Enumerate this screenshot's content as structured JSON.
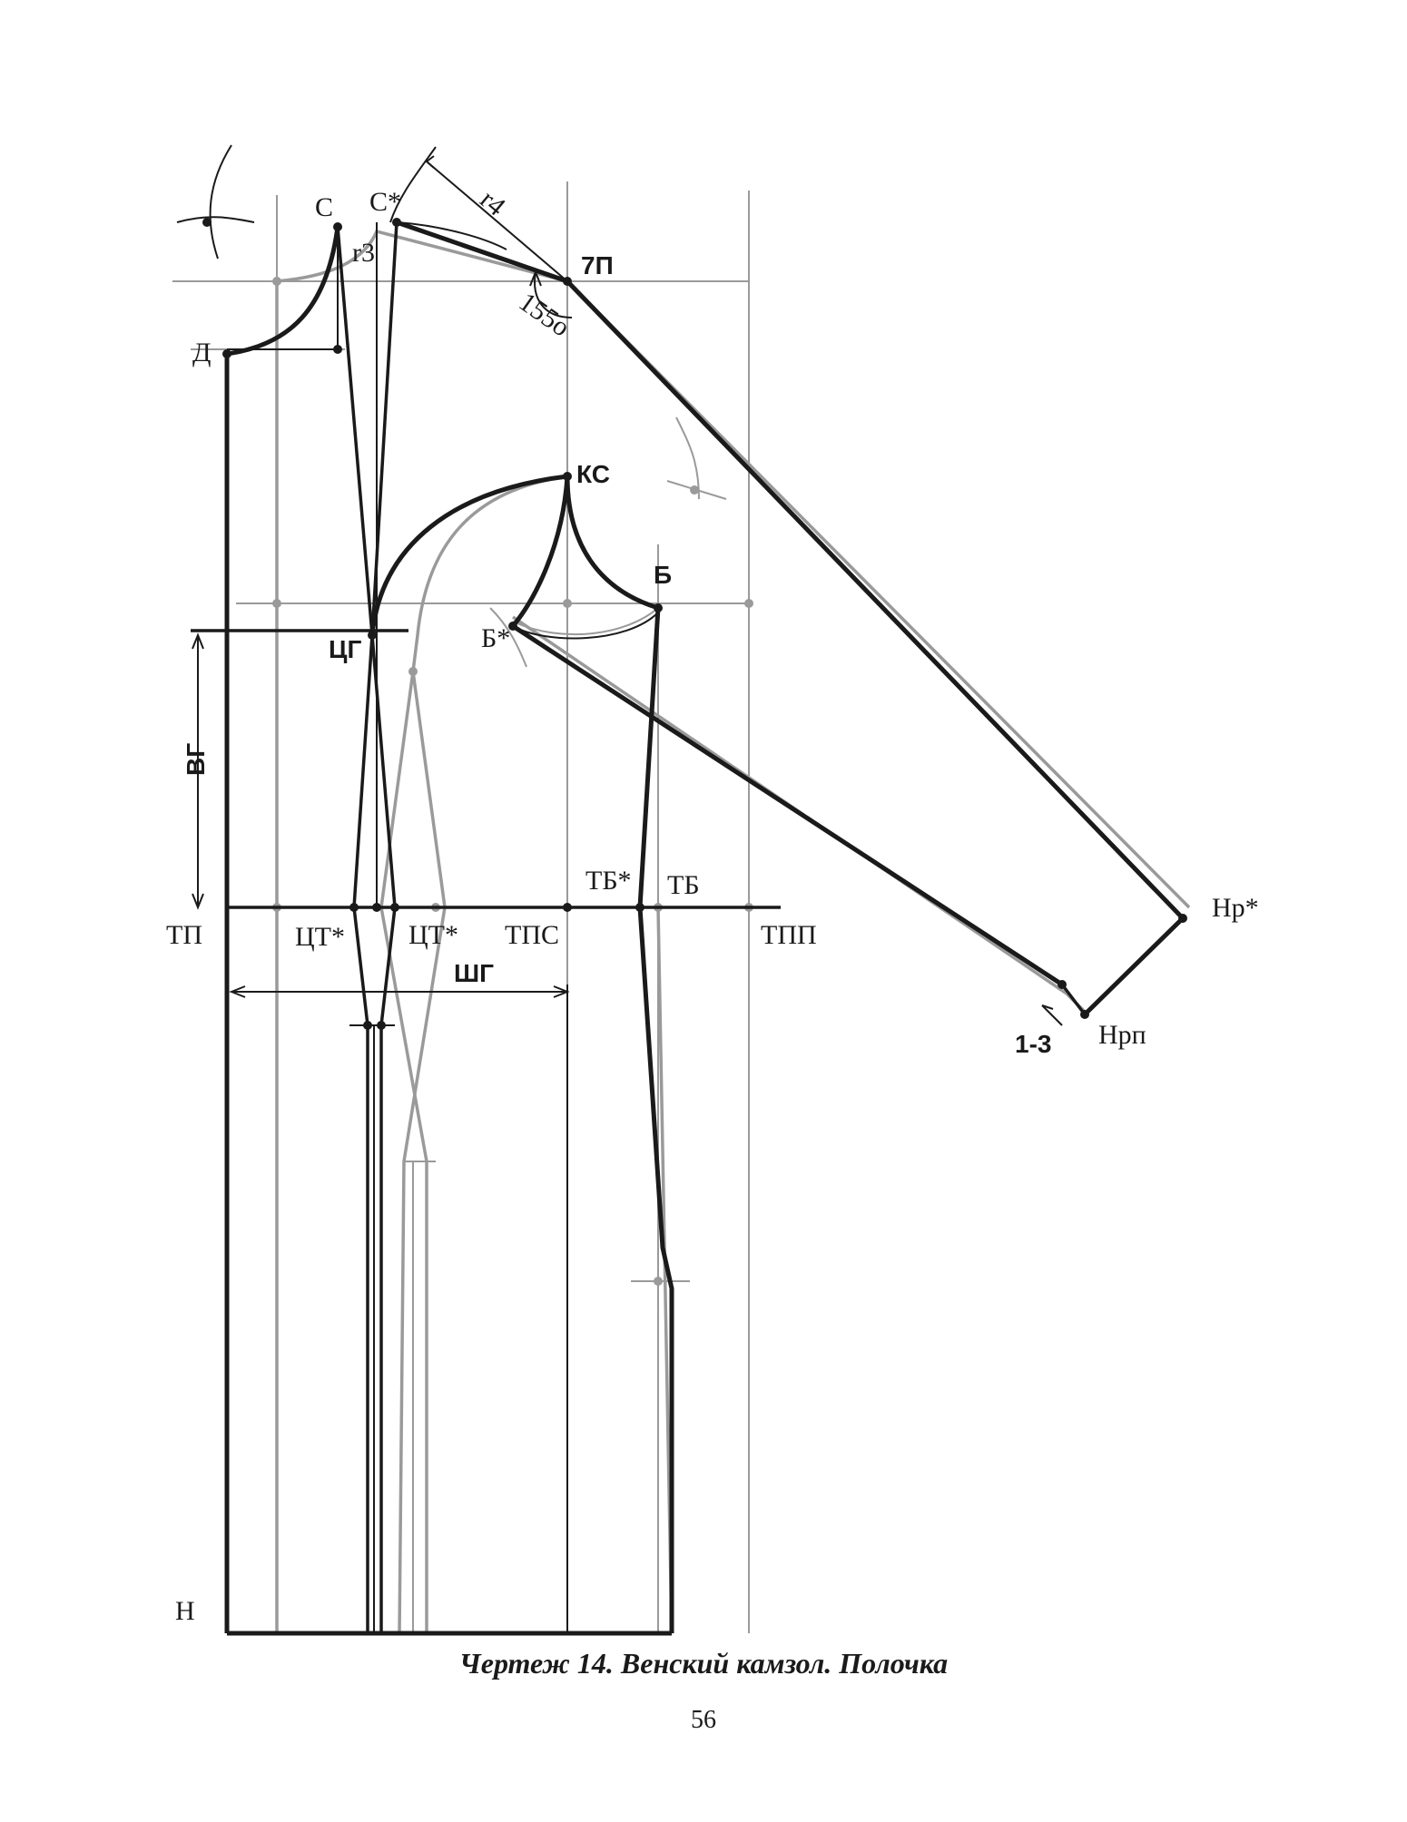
{
  "labels": {
    "C": "С",
    "C_star": "С*",
    "r3": "r3",
    "r4": "r4",
    "p7": "7П",
    "angle": "155о",
    "D": "Д",
    "KS": "КС",
    "B": "Б",
    "B_star": "Б*",
    "CG": "ЦГ",
    "VG": "ВГ",
    "TB_star": "ТБ*",
    "TB": "ТБ",
    "TP": "ТП",
    "CT_star_left": "ЦТ*",
    "CT_star_right": "ЦТ*",
    "TPS": "ТПС",
    "TPP": "ТПП",
    "SHG": "ШГ",
    "Nr_star": "Нр*",
    "Nrp": "Нрп",
    "one_three": "1-3",
    "N": "Н"
  },
  "caption": "Чертеж 14. Венский камзол. Полочка",
  "page_number": "56",
  "colors": {
    "main": "#1a1a1a",
    "construction": "#9a9a9a",
    "background": "#ffffff"
  }
}
